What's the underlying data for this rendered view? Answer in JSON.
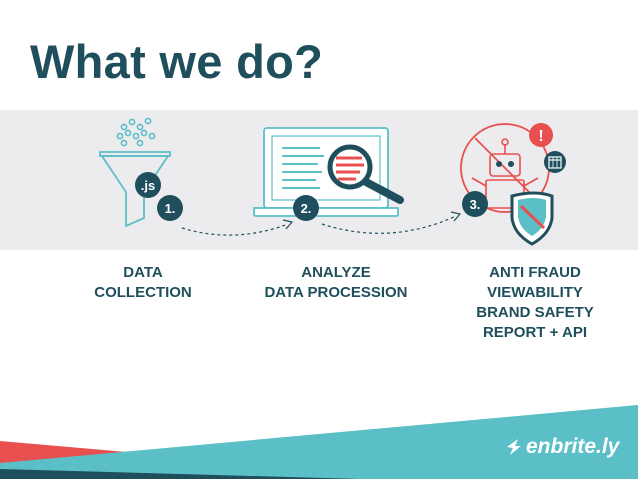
{
  "slide": {
    "title": "What we do?"
  },
  "steps": [
    {
      "number": "1.",
      "badge_text": ".js",
      "label_lines": [
        "DATA",
        "COLLECTION"
      ]
    },
    {
      "number": "2.",
      "label_lines": [
        "ANALYZE",
        "DATA PROCESSION"
      ]
    },
    {
      "number": "3.",
      "label_lines": [
        "ANTI FRAUD",
        "VIEWABILITY",
        "BRAND SAFETY",
        "REPORT + API"
      ]
    }
  ],
  "brand": {
    "name": "enbrite.ly"
  },
  "colors": {
    "dark_teal": "#1f4f5c",
    "light_teal": "#5bbfc7",
    "accent_red": "#e8504f",
    "band_gray": "#ececee"
  },
  "icons": [
    "funnel-icon",
    "laptop-icon",
    "magnifier-icon",
    "robot-icon",
    "shield-icon",
    "calendar-icon",
    "alert-icon",
    "enbrite-logo-icon"
  ]
}
